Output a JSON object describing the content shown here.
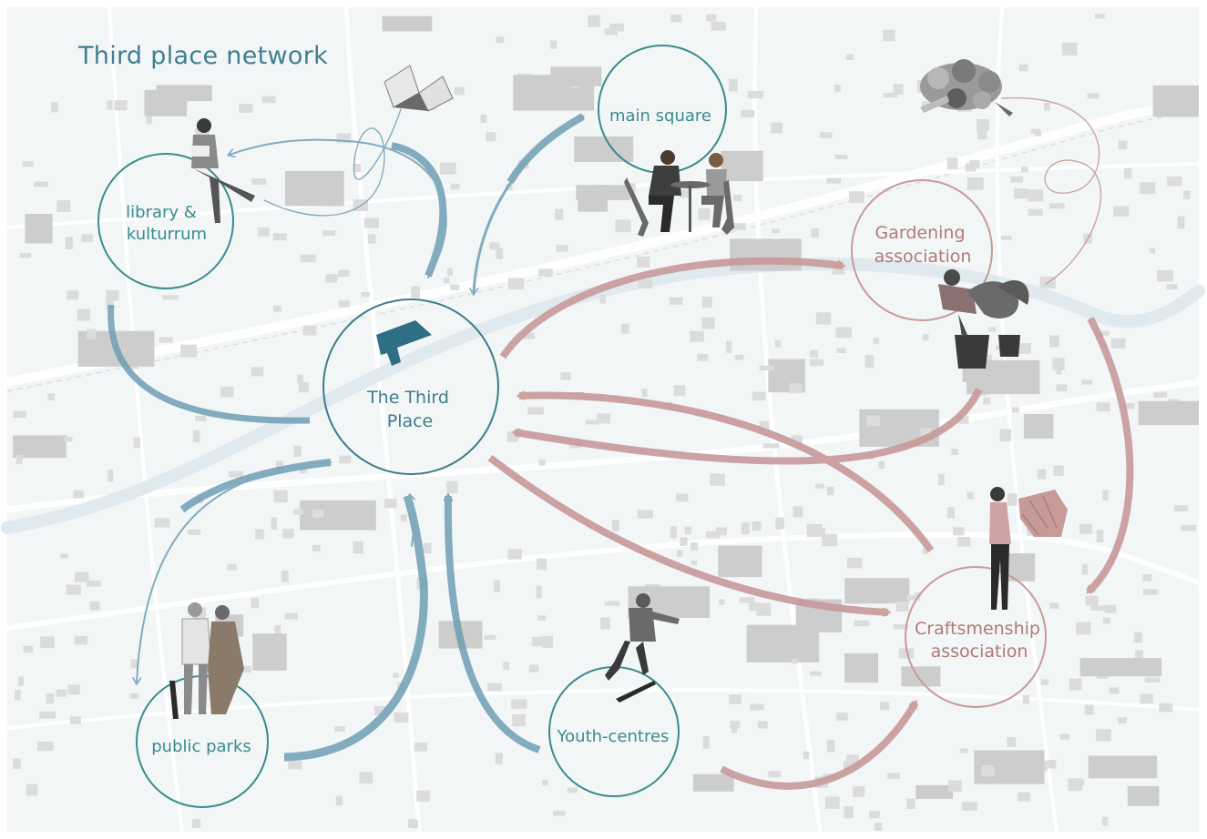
{
  "title": "Third place network",
  "colors": {
    "teal": "#3a8a8f",
    "blue": "#6f9fb5",
    "rose": "#c79a98",
    "rose_text": "#b07a78",
    "center_icon": "#2f6f86",
    "map_bg": "#f3f6f7",
    "water": "#dfe9ee",
    "building": "#cfcfcf"
  },
  "nodes": {
    "center": {
      "label_line1": "The Third",
      "label_line2": "Place",
      "icon": "building-icon"
    },
    "library": {
      "label_line1": "library &",
      "label_line2": "kulturrum",
      "figure": "reading-woman-figure"
    },
    "main_square": {
      "label": "main square",
      "figure": "cafe-couple-figure"
    },
    "gardening": {
      "label_line1": "Gardening",
      "label_line2": "association",
      "figure": "gardener-figure"
    },
    "craftsmenship": {
      "label_line1": "Craftsmenship",
      "label_line2": "association",
      "figure": "craftswoman-figure"
    },
    "youth": {
      "label": "Youth-centres",
      "figure": "skateboarder-figure"
    },
    "parks": {
      "label": "public parks",
      "figure": "walking-couple-figure"
    }
  },
  "decor": {
    "book": "open-book-icon",
    "vegetables": "vegetables-icon"
  }
}
